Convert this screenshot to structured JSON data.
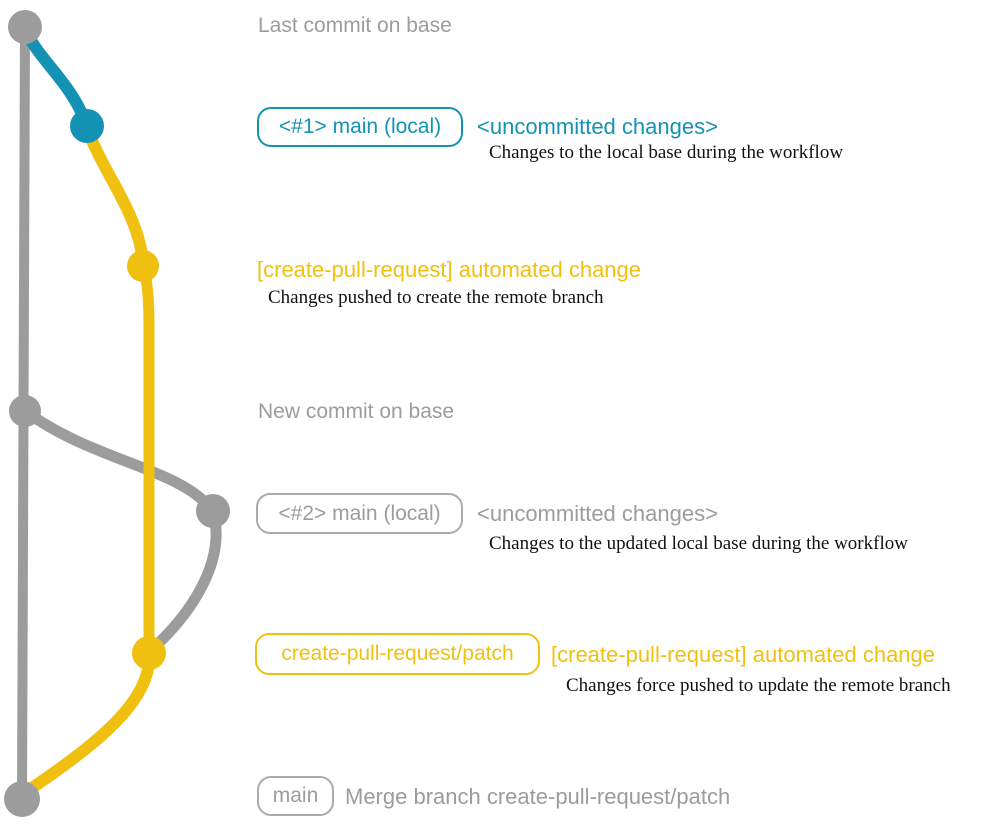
{
  "colors": {
    "teal": "#1492b4",
    "yellow": "#f0c011",
    "gray": "#9c9c9c",
    "ink": "#111111"
  },
  "annotations": {
    "last_commit_label": "Last commit on base",
    "branch1_badge": "<#1> main (local)",
    "branch1_title": "<uncommitted changes>",
    "branch1_desc": "Changes to the local base during the workflow",
    "push1_title": "[create-pull-request] automated change",
    "push1_desc": "Changes pushed to create the remote branch",
    "new_commit_label": "New commit on base",
    "branch2_badge": "<#2> main (local)",
    "branch2_title": "<uncommitted changes>",
    "branch2_desc": "Changes to the updated local base during the workflow",
    "patch_badge": "create-pull-request/patch",
    "push2_title": "[create-pull-request] automated change",
    "push2_desc": "Changes force pushed to update the remote branch",
    "merge_badge": "main",
    "merge_label": "Merge branch create-pull-request/patch"
  }
}
